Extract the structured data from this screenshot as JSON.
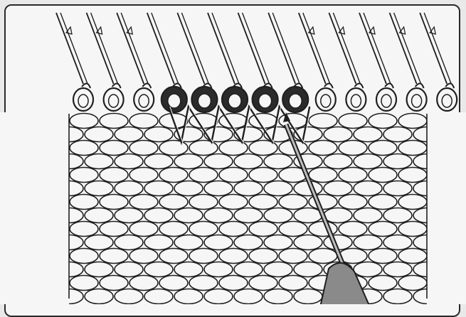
{
  "illustration": {
    "subject": "knitting-machine-needle-bed-with-latch-tool",
    "needle_count": 13,
    "dark_stitch_needles": [
      3,
      4,
      5,
      6,
      7
    ],
    "colors": {
      "paper": "#f6f6f6",
      "outline": "#1f1f1f",
      "dark_stitch": "#2b2b2b",
      "tool_handle": "#8a8a8a"
    }
  }
}
